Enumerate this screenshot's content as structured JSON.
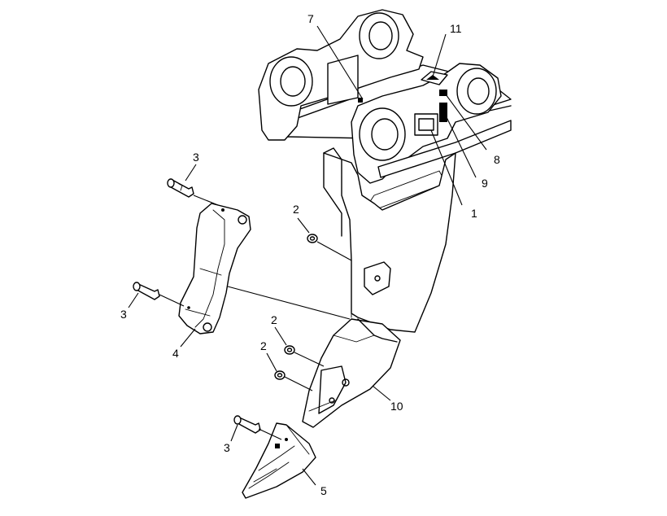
{
  "diagram": {
    "callouts": [
      {
        "id": "c7",
        "text": "7"
      },
      {
        "id": "c11",
        "text": "11"
      },
      {
        "id": "c8",
        "text": "8"
      },
      {
        "id": "c9",
        "text": "9"
      },
      {
        "id": "c1",
        "text": "1"
      },
      {
        "id": "c2a",
        "text": "2"
      },
      {
        "id": "c2b",
        "text": "2"
      },
      {
        "id": "c2c",
        "text": "2"
      },
      {
        "id": "c3a",
        "text": "3"
      },
      {
        "id": "c3b",
        "text": "3"
      },
      {
        "id": "c3c",
        "text": "3"
      },
      {
        "id": "c4",
        "text": "4"
      },
      {
        "id": "c10",
        "text": "10"
      },
      {
        "id": "c5",
        "text": "5"
      }
    ]
  },
  "colors": {
    "ink": "#000000",
    "paper": "#ffffff"
  }
}
